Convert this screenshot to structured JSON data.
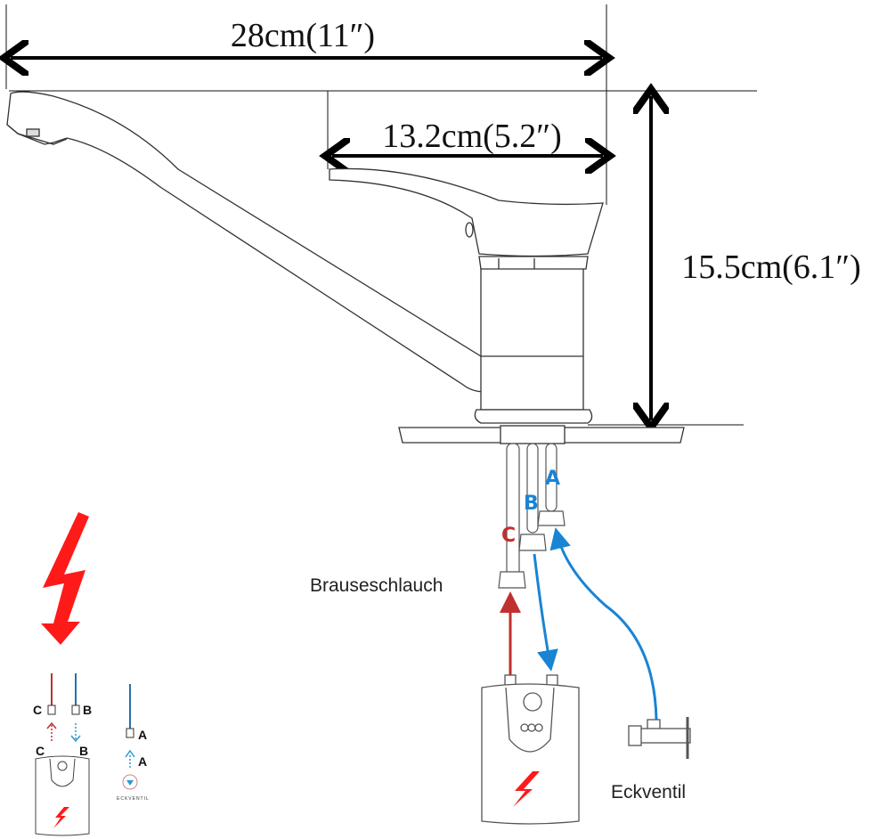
{
  "dimensions": {
    "overall_length": "28cm(11″)",
    "handle_length": "13.2cm(5.2″)",
    "height": "15.5cm(6.1″)"
  },
  "labels": {
    "shower_hose": "Brauseschlauch",
    "angle_valve": "Eckventil",
    "angle_valve_small": "ECKVENTIL"
  },
  "connections": [
    {
      "id": "A",
      "label": "A",
      "color": "#1a84d4"
    },
    {
      "id": "B",
      "label": "B",
      "color": "#1a84d4"
    },
    {
      "id": "C",
      "label": "C",
      "color": "#c0302e"
    }
  ],
  "inset": {
    "C_top": "C",
    "B_top": "B",
    "C_bottom": "C",
    "B_bottom": "B",
    "A_top": "A",
    "A_bottom": "A"
  },
  "colors": {
    "hot": "#c0302e",
    "cold": "#1a84d4",
    "warning": "#ff1a1a",
    "line": "#111111"
  }
}
